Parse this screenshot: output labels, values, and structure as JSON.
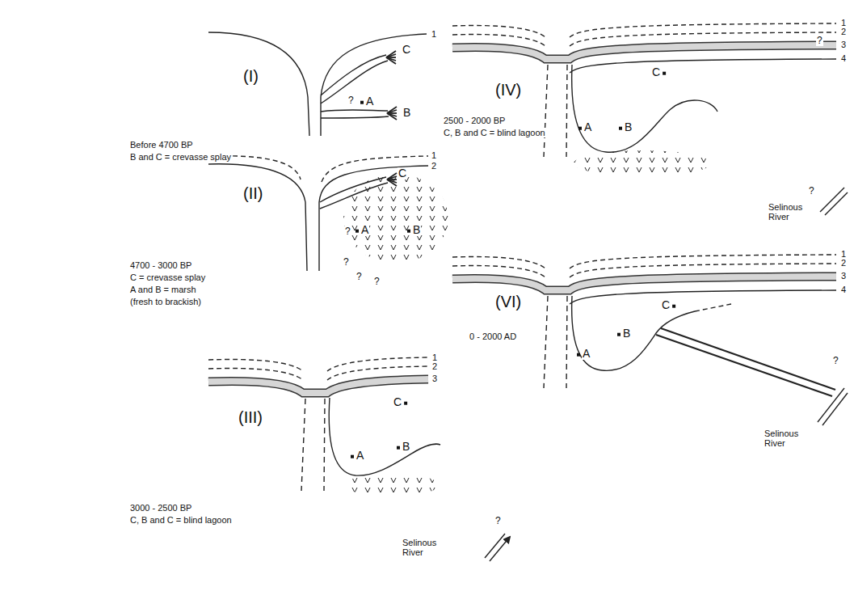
{
  "diagram": {
    "labels": [
      "(I)",
      "1",
      "C",
      "?",
      "A",
      "B",
      "Before 4700 BP",
      "B and C = crevasse splay",
      "(II)",
      "1",
      "2",
      "C",
      "?",
      "A",
      "B",
      "?",
      "?",
      "?",
      "4700 - 3000 BP",
      "C = crevasse splay",
      "A and B = marsh",
      "(fresh to brackish)",
      "(III)",
      "1",
      "2",
      "3",
      "C",
      "A",
      "B",
      "3000 - 2500 BP",
      "C, B and C = blind lagoon",
      "Selinous River",
      "?",
      "(IV)",
      "1",
      "2",
      "3",
      "4",
      "?",
      "C",
      "A",
      "B",
      "2500 - 2000 BP",
      "C, B and C = blind lagoon",
      "Selinous River",
      "?",
      "(VI)",
      "1",
      "2",
      "3",
      "4",
      "C",
      "A",
      "B",
      "?",
      "0 - 2000 AD",
      "Selinous River"
    ]
  }
}
